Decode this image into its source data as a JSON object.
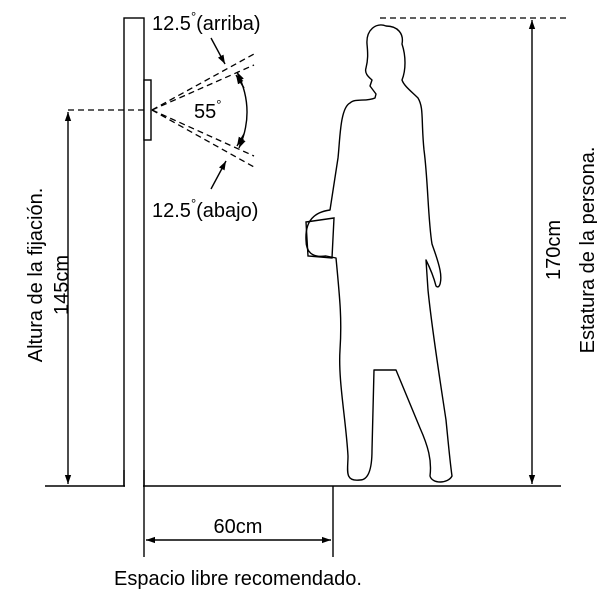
{
  "angles": {
    "upper_value": "12.5",
    "upper_degree": "°",
    "upper_word": "(arriba)",
    "total_value": "55",
    "total_degree": "°",
    "lower_value": "12.5",
    "lower_degree": "°",
    "lower_word": "(abajo)"
  },
  "mount_height": {
    "caption": "Altura de la fijación.",
    "value": "145cm"
  },
  "person_height": {
    "caption": "Estatura de la persona.",
    "value": "170cm"
  },
  "clearance": {
    "value": "60cm",
    "caption": "Espacio libre recomendado."
  },
  "colors": {
    "line": "#000000",
    "background": "#ffffff"
  }
}
